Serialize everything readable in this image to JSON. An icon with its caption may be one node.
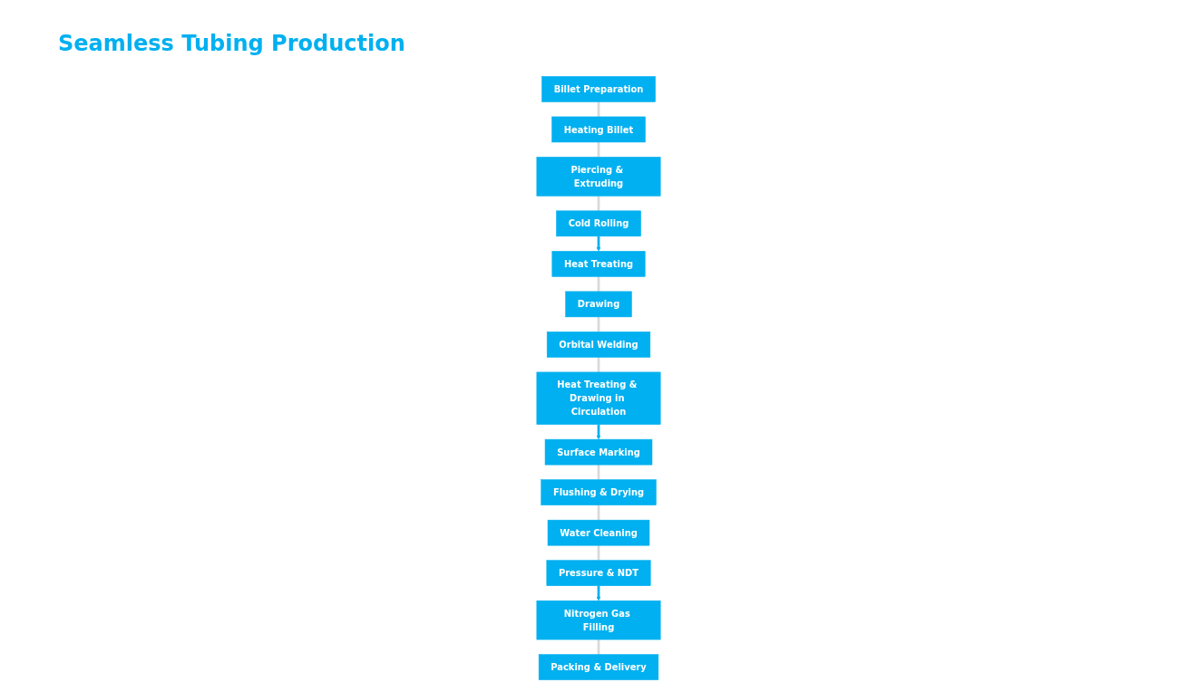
{
  "diagram": {
    "title": "Seamless Tubing Production",
    "nodes": [
      {
        "text": [
          "Billet Preparation"
        ]
      },
      {
        "text": [
          "Heating Billet"
        ]
      },
      {
        "text": [
          "Piercing & Extruding"
        ]
      },
      {
        "text": [
          "Cold Rolling"
        ]
      },
      {
        "text": [
          "Heat Treating & Drawing in Circulation"
        ]
      },
      {
        "text": [
          "Orbital Welding"
        ]
      },
      {
        "text": [
          "Drawing"
        ]
      },
      {
        "text": [
          "Heat Treating"
        ]
      },
      {
        "text": [
          "Surface Marking"
        ]
      },
      {
        "text": [
          "Flushing & Drying"
        ]
      },
      {
        "text": [
          "Water Cleaning"
        ]
      },
      {
        "text": [
          "Pressure & NDT"
        ]
      },
      {
        "text": [
          "Packing & Delivery"
        ]
      },
      {
        "text": [
          "Nitrogen Gas Filling"
        ]
      }
    ],
    "edges": [
      {
        "from": 0,
        "to": 1,
        "arrow": "none"
      },
      {
        "from": 1,
        "to": 2,
        "arrow": "none"
      },
      {
        "from": 2,
        "to": 3,
        "arrow": "none"
      },
      {
        "from": 3,
        "to": 7,
        "arrow": "to",
        "color": "#00b0f0"
      },
      {
        "from": 7,
        "to": 6,
        "arrow": "none"
      },
      {
        "from": 6,
        "to": 5,
        "arrow": "none"
      },
      {
        "from": 5,
        "to": 4,
        "arrow": "none"
      },
      {
        "from": 4,
        "to": 8,
        "arrow": "to",
        "color": "#00b0f0"
      },
      {
        "from": 8,
        "to": 9,
        "arrow": "none"
      },
      {
        "from": 9,
        "to": 10,
        "arrow": "none"
      },
      {
        "from": 10,
        "to": 11,
        "arrow": "none"
      },
      {
        "from": 11,
        "to": 13,
        "arrow": "to",
        "color": "#00b0f0"
      },
      {
        "from": 13,
        "to": 12,
        "arrow": "none"
      }
    ]
  }
}
